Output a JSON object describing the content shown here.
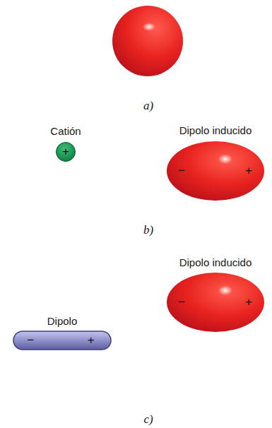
{
  "diagram": {
    "nodes": [
      {
        "text": [
          "Catión",
          "+"
        ]
      },
      {
        "text": [
          "Dipolo inducido",
          "−",
          "+"
        ]
      },
      {
        "text": [
          "Dipolo",
          "−",
          "+"
        ]
      },
      {
        "text": [
          "Dipolo inducido",
          "−",
          "+"
        ]
      }
    ],
    "labels": [
      "a)",
      "b)",
      "c)"
    ]
  }
}
